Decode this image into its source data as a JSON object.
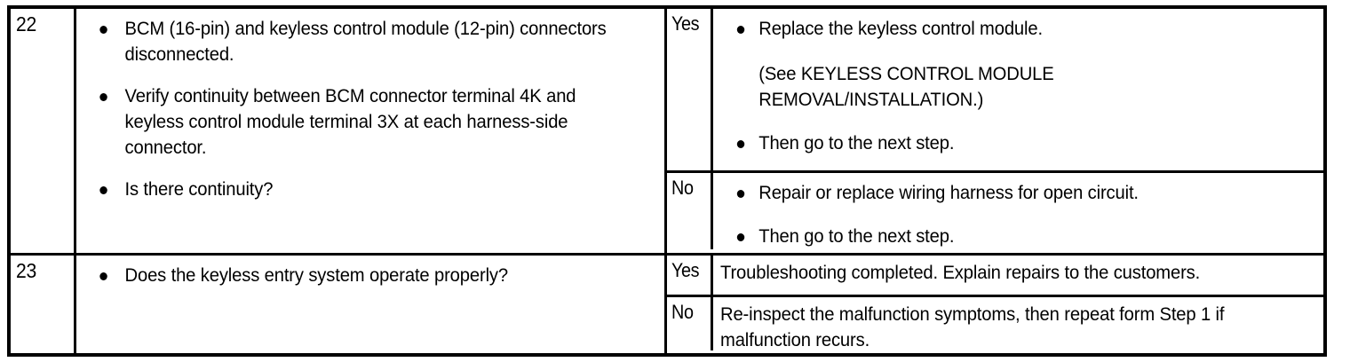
{
  "document": {
    "type": "troubleshooting-table",
    "colors": {
      "border": "#000000",
      "text": "#000000",
      "background": "#ffffff"
    }
  },
  "table": {
    "steps": [
      {
        "number": "22",
        "inspection_bullets": [
          {
            "text": "BCM (16-pin) and keyless control module (12-pin) connectors disconnected.",
            "note": ""
          },
          {
            "text": "Verify continuity between BCM connector terminal 4K and keyless control module terminal 3X at each harness-side connector.",
            "note": ""
          },
          {
            "text": "Is there continuity?",
            "note": ""
          }
        ],
        "branches": [
          {
            "result": "Yes",
            "style": "bulleted",
            "bullets": [
              {
                "text": "Replace the keyless control module.",
                "note": "(See KEYLESS CONTROL MODULE REMOVAL/INSTALLATION.)"
              },
              {
                "text": "Then go to the next step.",
                "note": ""
              }
            ]
          },
          {
            "result": "No",
            "style": "bulleted",
            "bullets": [
              {
                "text": "Repair or replace wiring harness for open circuit.",
                "note": ""
              },
              {
                "text": "Then go to the next step.",
                "note": ""
              }
            ]
          }
        ]
      },
      {
        "number": "23",
        "inspection_bullets": [
          {
            "text": "Does the keyless entry system operate properly?",
            "note": ""
          }
        ],
        "branches": [
          {
            "result": "Yes",
            "style": "plain",
            "plain_text": "Troubleshooting completed. Explain repairs to the customers."
          },
          {
            "result": "No",
            "style": "plain",
            "plain_text": "Re-inspect the malfunction symptoms, then repeat form Step 1 if malfunction recurs."
          }
        ]
      }
    ]
  }
}
